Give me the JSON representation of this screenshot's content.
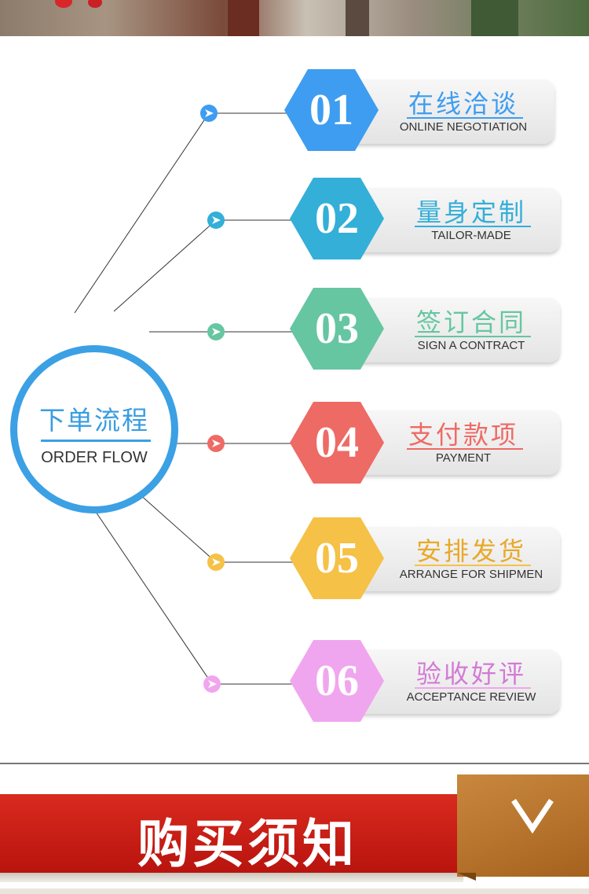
{
  "hub": {
    "title": "下单流程",
    "subtitle": "ORDER FLOW",
    "color": "#3ca0e4"
  },
  "steps": [
    {
      "num": "01",
      "cn": "在线洽谈",
      "en": "ONLINE NEGOTIATION",
      "color": "#3e9df0",
      "icon": "arrow-right-icon"
    },
    {
      "num": "02",
      "cn": "量身定制",
      "en": "TAILOR-MADE",
      "color": "#33afd8",
      "icon": "arrow-right-icon"
    },
    {
      "num": "03",
      "cn": "签订合同",
      "en": "SIGN A CONTRACT",
      "color": "#66c6a2",
      "icon": "arrow-right-icon"
    },
    {
      "num": "04",
      "cn": "支付款项",
      "en": "PAYMENT",
      "color": "#ee6a65",
      "icon": "arrow-right-icon"
    },
    {
      "num": "05",
      "cn": "安排发货",
      "en": "ARRANGE FOR SHIPMEN",
      "color": "#f5c146",
      "icon": "arrow-right-icon"
    },
    {
      "num": "06",
      "cn": "验收好评",
      "en": "ACCEPTANCE REVIEW",
      "color": "#f0a6ee",
      "icon": "arrow-right-icon"
    }
  ],
  "banner": {
    "title": "购买须知",
    "accent": "#d92a1f",
    "flag_color": "#b8732d",
    "icon": "chevron-down-icon"
  }
}
